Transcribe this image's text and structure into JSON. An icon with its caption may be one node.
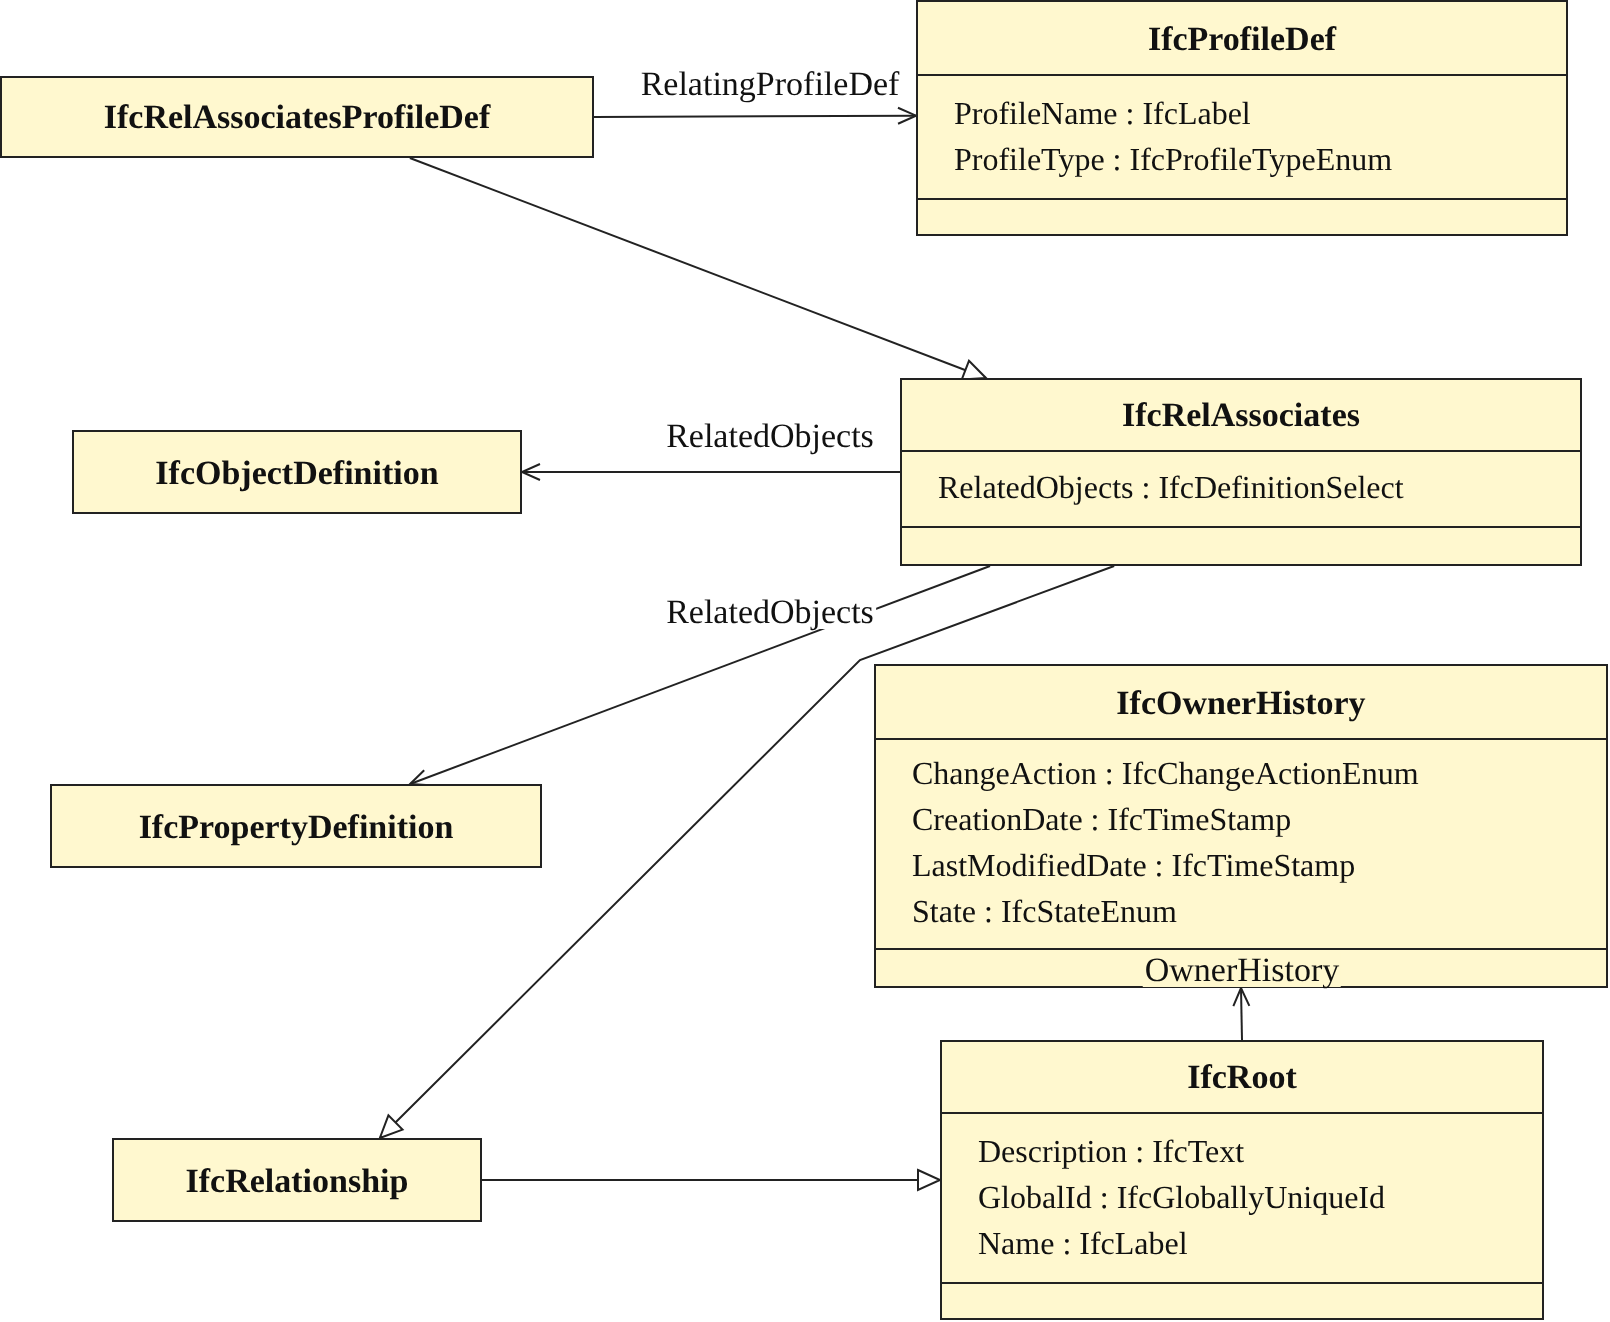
{
  "diagram": {
    "nodes": [
      {
        "text": [
          "IfcRelAssociatesProfileDef"
        ]
      },
      {
        "text": [
          "IfcProfileDef",
          "ProfileName : IfcLabel",
          "ProfileType : IfcProfileTypeEnum"
        ]
      },
      {
        "text": [
          "IfcObjectDefinition"
        ]
      },
      {
        "text": [
          "IfcRelAssociates",
          "RelatedObjects : IfcDefinitionSelect"
        ]
      },
      {
        "text": [
          "IfcPropertyDefinition"
        ]
      },
      {
        "text": [
          "IfcOwnerHistory",
          "ChangeAction : IfcChangeActionEnum",
          "CreationDate : IfcTimeStamp",
          "LastModifiedDate : IfcTimeStamp",
          "State : IfcStateEnum"
        ]
      },
      {
        "text": [
          "IfcRelationship"
        ]
      },
      {
        "text": [
          "IfcRoot",
          "Description : IfcText",
          "GlobalId : IfcGloballyUniqueId",
          "Name : IfcLabel"
        ]
      }
    ],
    "edges": [
      {
        "from": 0,
        "to": 1,
        "arrow": "to",
        "label": "RelatingProfileDef"
      },
      {
        "from": 0,
        "to": 3,
        "arrow": "to"
      },
      {
        "from": 3,
        "to": 2,
        "arrow": "to",
        "label": "RelatedObjects"
      },
      {
        "from": 3,
        "to": 4,
        "arrow": "to",
        "label": "RelatedObjects"
      },
      {
        "from": 3,
        "to": 6,
        "arrow": "to"
      },
      {
        "from": 6,
        "to": 7,
        "arrow": "to"
      },
      {
        "from": 7,
        "to": 5,
        "arrow": "to",
        "label": "OwnerHistory"
      }
    ]
  }
}
